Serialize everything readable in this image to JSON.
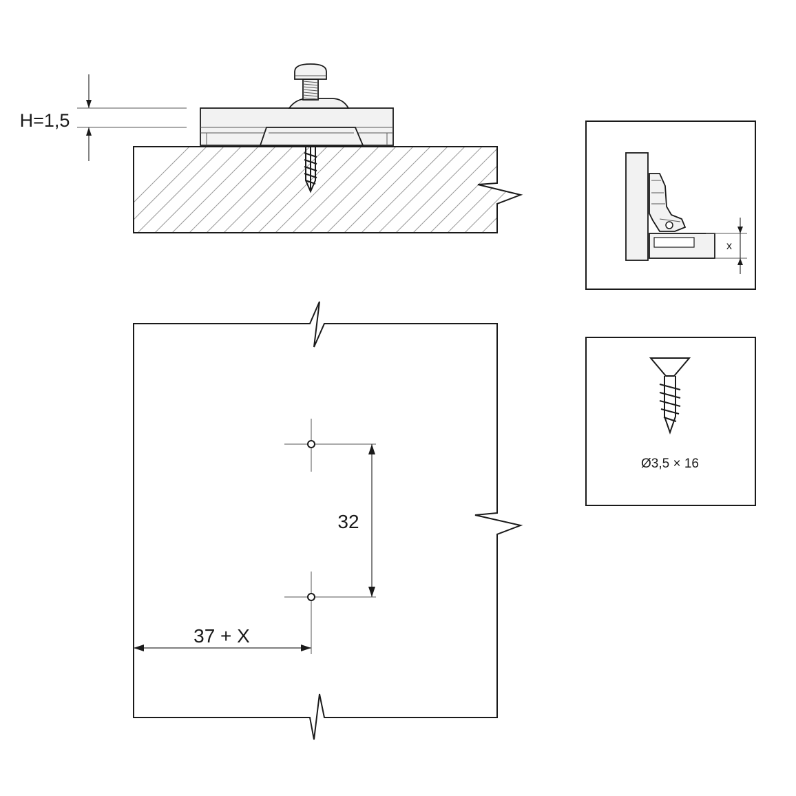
{
  "labels": {
    "height": "H=1,5",
    "hole_spacing": "32",
    "edge_offset": "37 + X",
    "offset_x": "x",
    "screw_size": "Ø3,5 × 16"
  },
  "colors": {
    "line": "#1a1a1a",
    "hatch": "#9a9a9a",
    "part_fill": "#f2f2f2",
    "background": "#ffffff"
  }
}
